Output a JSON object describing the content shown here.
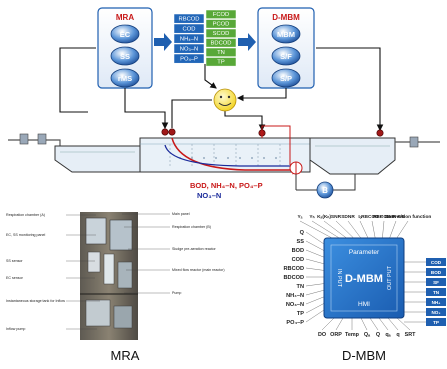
{
  "top": {
    "mra_box": {
      "title": "MRA",
      "items": [
        "EC",
        "SS",
        "rMS"
      ]
    },
    "param_table": {
      "left": [
        "RBCOD",
        "COD",
        "NH₄–N",
        "NO₃–N",
        "PO₄–P"
      ],
      "right": [
        "FCOD",
        "PCOD",
        "SCOD",
        "BDCOD",
        "TN",
        "TP"
      ]
    },
    "dmbm_box": {
      "title": "D-MBM",
      "items": [
        "MBM",
        "S/F",
        "S/P"
      ]
    },
    "measure_label_1": "BOD, NH₄–N, PO₄–P",
    "measure_label_2": "NO₃–N",
    "pump_label": "B"
  },
  "photo": {
    "labels_left": [
      "Respiration chamber (A)",
      "EC, SS monitoring panel",
      "SS sensor",
      "EC sensor",
      "Instantaneous storage tank for Inflow",
      "Inflow pump"
    ],
    "labels_right": [
      "Main panel",
      "Respiration chamber (B)",
      "Sludge pre-aeration reactor",
      "Mixed flow reactor (main reactor)",
      "Pump"
    ],
    "caption": "MRA"
  },
  "chip": {
    "top_labels": [
      "Yₐ",
      "Yₕ",
      "Kₐ(Kₕ)",
      "SNR",
      "SDNR",
      "Iₒ",
      "RBCOD F",
      "RBCOD P",
      "Frct S/E",
      "Conversion function"
    ],
    "left_labels": [
      "Q",
      "SS",
      "BOD",
      "COD",
      "RBCOD",
      "BDCOD",
      "TN",
      "NH₄–N",
      "NO₃–N",
      "TP",
      "PO₄–P"
    ],
    "bottom_labels": [
      "DO",
      "ORP",
      "Temp",
      "Qₐ",
      "Q",
      "qₐ",
      "q",
      "SRT"
    ],
    "parameter": "Parameter",
    "center": "D-MBM",
    "hmi": "HMI",
    "in_put": "IN PUT",
    "out_put": "OUT PUT",
    "outputs": [
      "COD",
      "BOD",
      "SF",
      "TN",
      "NH₄",
      "NO₃",
      "TP"
    ],
    "caption": "D-MBM"
  },
  "colors": {
    "box_blue": "#1f5fb0",
    "table_blue": "#2166b8",
    "table_green": "#58a838",
    "red": "#c81818",
    "navy": "#1a2a9a"
  }
}
